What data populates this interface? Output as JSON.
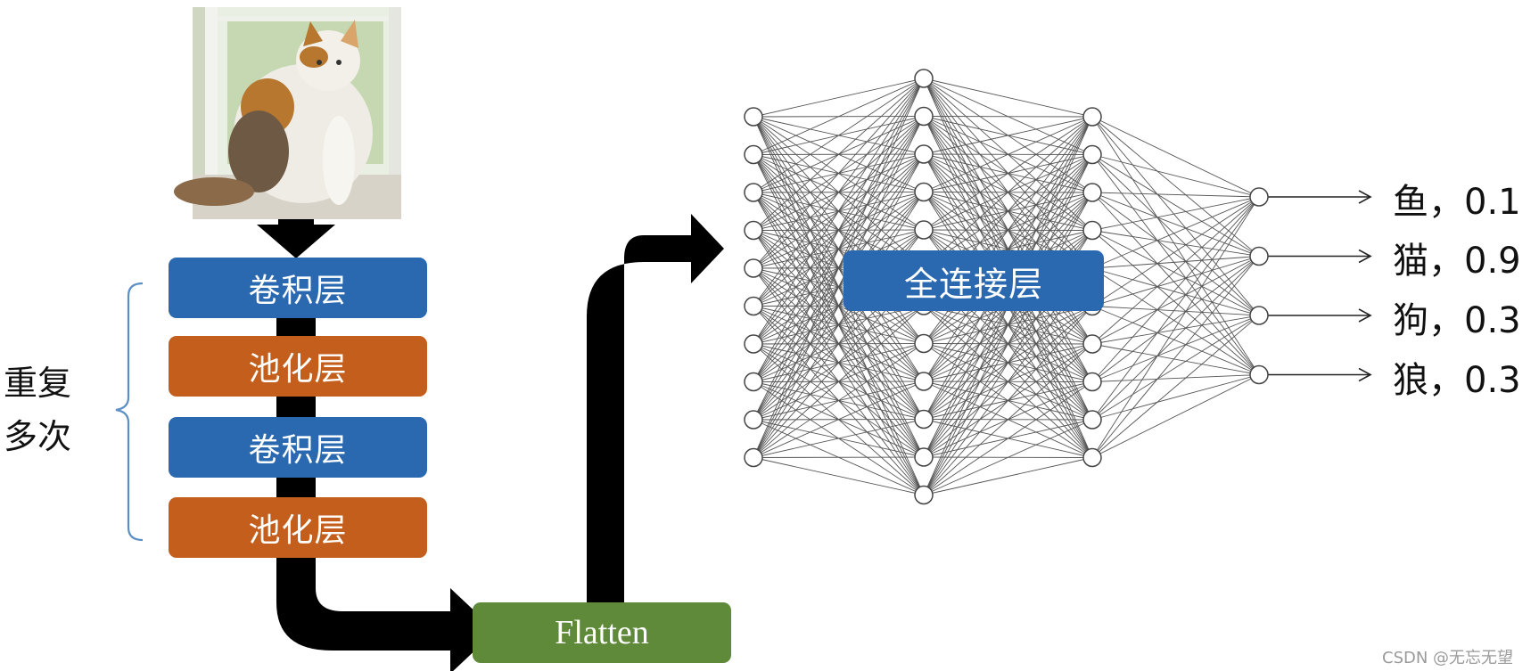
{
  "repeat_label": {
    "line1": "重复",
    "line2": "多次"
  },
  "cnn_layers": [
    {
      "label": "卷积层",
      "color": "#2a68b0"
    },
    {
      "label": "池化层",
      "color": "#c35e1d"
    },
    {
      "label": "卷积层",
      "color": "#2a68b0"
    },
    {
      "label": "池化层",
      "color": "#c35e1d"
    }
  ],
  "flatten": {
    "label": "Flatten",
    "color": "#5e8a3a"
  },
  "fc": {
    "label": "全连接层",
    "color": "#2a68b0"
  },
  "network": {
    "layer_sizes": [
      10,
      12,
      10,
      4
    ]
  },
  "outputs": [
    {
      "label": "鱼，0.1"
    },
    {
      "label": "猫，0.9"
    },
    {
      "label": "狗，0.3"
    },
    {
      "label": "狼，0.3"
    }
  ],
  "watermark": "CSDN @无忘无望",
  "colors": {
    "arrow": "#000000",
    "brace": "#5b8fc5",
    "edge": "#555555",
    "node_stroke": "#444444"
  }
}
